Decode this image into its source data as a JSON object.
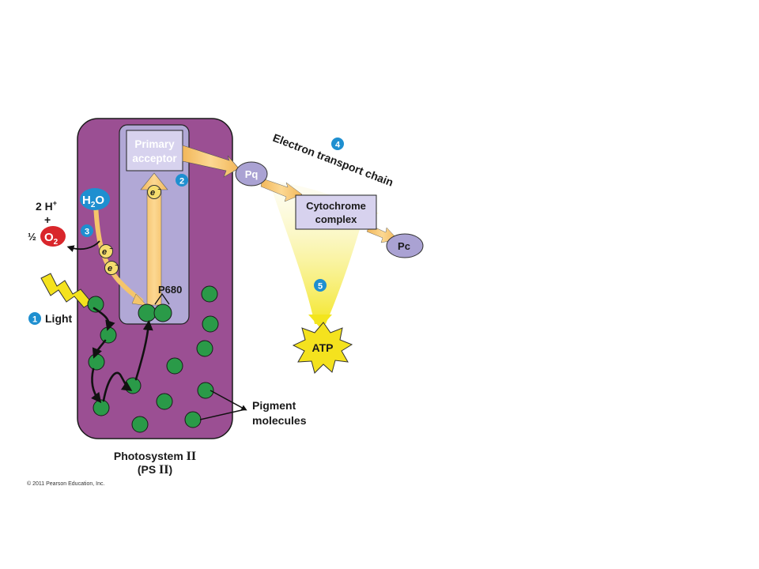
{
  "labels": {
    "primary_acceptor_line1": "Primary",
    "primary_acceptor_line2": "acceptor",
    "pq": "Pq",
    "cytochrome_line1": "Cytochrome",
    "cytochrome_line2": "complex",
    "pc": "Pc",
    "electron_transport_chain": "Electron transport chain",
    "p680": "P680",
    "atp": "ATP",
    "light": "Light",
    "h2o_h": "H",
    "h2o_sub": "2",
    "h2o_o": "O",
    "two_h_plus_prefix": "2 H",
    "plus_sup": "+",
    "plus": "+",
    "half": "½",
    "o2_o": "O",
    "o2_sub": "2",
    "electron": "e",
    "electron_sup": "–",
    "pigment_line1": "Pigment",
    "pigment_line2": "molecules",
    "photosystem_line1_prefix": "Photosystem ",
    "photosystem_line1_roman": "II",
    "photosystem_line2_prefix": "(PS ",
    "photosystem_line2_roman": "II",
    "photosystem_line2_suffix": ")",
    "copyright": "© 2011 Pearson Education, Inc."
  },
  "steps": [
    "1",
    "2",
    "3",
    "4",
    "5"
  ],
  "colors": {
    "photosystem_fill": "#9b4f93",
    "reaction_center_fill": "#b1a8d6",
    "box_fill": "#d7d2ee",
    "pigment_green": "#2a9a48",
    "arrow_yellow": "#f5c56a",
    "step_blue": "#1e8fd0",
    "water_blue": "#1e8fd0",
    "oxygen_red": "#d9262b",
    "atp_yellow": "#f4e21e"
  }
}
